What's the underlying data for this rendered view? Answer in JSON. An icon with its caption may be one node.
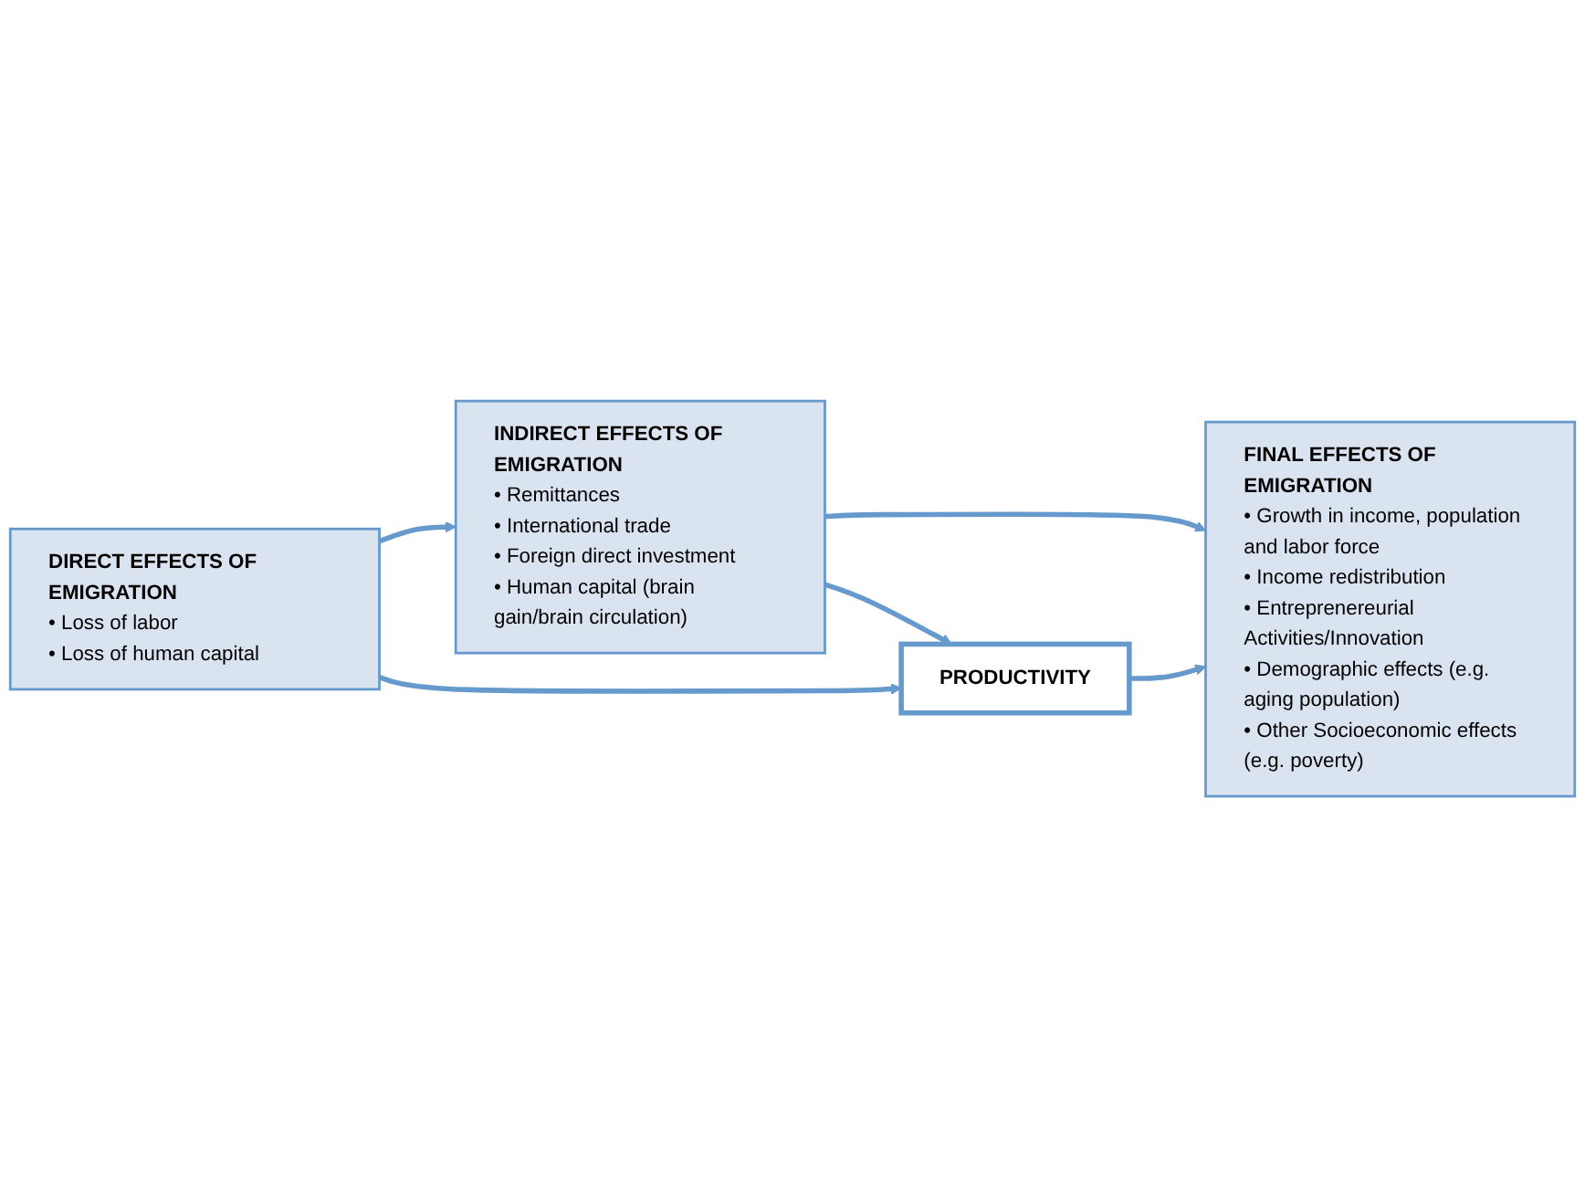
{
  "diagram": {
    "nodes": [
      {
        "text": [
          "DIRECT EFFECTS OF EMIGRATION",
          "• Loss of labor",
          "• Loss of human capital"
        ]
      },
      {
        "text": [
          "INDIRECT EFFECTS OF EMIGRATION",
          "• Remittances",
          "• International trade",
          "• Foreign direct investment",
          "• Human capital (brain gain/brain circulation)"
        ]
      },
      {
        "text": [
          "FINAL EFFECTS OF EMIGRATION",
          "• Growth in income, population and labor force",
          "• Income redistribution",
          "• Entreprenereurial Activities/Innovation",
          "• Demographic effects (e.g. aging population)",
          "• Other Socioeconomic effects (e.g. poverty)"
        ]
      },
      {
        "text": [
          "PRODUCTIVITY"
        ]
      }
    ],
    "edges": [
      {
        "from": 0,
        "to": 1,
        "arrow": "to"
      },
      {
        "from": 1,
        "to": 2,
        "arrow": "to"
      },
      {
        "from": 0,
        "to": 3,
        "arrow": "to"
      },
      {
        "from": 1,
        "to": 3,
        "arrow": "to"
      },
      {
        "from": 3,
        "to": 2,
        "arrow": "to"
      }
    ]
  }
}
